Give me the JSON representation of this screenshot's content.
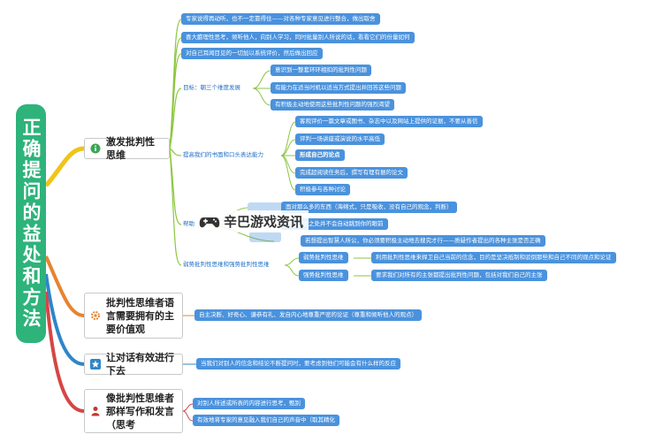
{
  "root": {
    "label": "正确提问的益处和方法"
  },
  "branches": [
    {
      "id": "b1",
      "label": "激发批判性思维"
    },
    {
      "id": "b2",
      "label": "批判性思维者语言需要拥有的主要价值观"
    },
    {
      "id": "b3",
      "label": "让对话有效进行下去"
    },
    {
      "id": "b4",
      "label": "像批判性思维者那样写作和发言（思考"
    }
  ],
  "b1_children": [
    {
      "label": "专家说得再动听，也不一定靠得住——对各种专家意见进行整合，做出取舍"
    },
    {
      "label": "喜大膽理性思考，倾听他人，向别人学习，同时批量别人所说的话，看看它们的份量如何"
    },
    {
      "label": "对自己耳闻目见的一切加以系统评价，然后做出回应"
    },
    {
      "label": "目标：朝三个维度发展",
      "children": [
        {
          "label": "意识到一整套环环相扣的批判性问题"
        },
        {
          "label": "有能力在适当时机以适当方式提出并回答这些问题"
        },
        {
          "label": "有积极主动地使用这些批判性问题的强烈渴望"
        }
      ]
    },
    {
      "label": "提高我们的书面和口头表达能力",
      "children": [
        {
          "label": "客观评价一篇文章或图书、杂志中以及网站上提供的证据，不要从善信"
        },
        {
          "label": "评判一场讲座或演说的水平高低"
        },
        {
          "label": "形成自己的论点",
          "bold": true
        },
        {
          "label": "完成超阅读任务后，撰写有理有据的论文"
        },
        {
          "label": "积极参与各种讨论"
        }
      ]
    },
    {
      "label": "帮助",
      "children": [
        {
          "label": "面对那么多的东西（海绵式，只是吸收，没有自己的观念，判断）"
        },
        {
          "label": "中不合理之处并不会自动跳到你的眼前"
        },
        {
          "label": "若想提出智慧人所公，你必须要积极主动地去搜究才行——质疑作者提出的各种主张是否正确"
        }
      ]
    },
    {
      "label": "弱势批判性思维和强势批判性思维",
      "children": [
        {
          "label": "弱势批判性思维",
          "detail": "利用批判性思维来捍卫自己当前的信念，目的是坚决抵制和驳倒那些和自己不同的观点和论证"
        },
        {
          "label": "强势批判性思维",
          "detail": "要求我们对所有的主张都提出批判性问题，包括对我们自己的主张"
        }
      ]
    }
  ],
  "b2_children": [
    {
      "label": "自主决断、好奇心、谦恭有礼、发自内心地尊重严密的论证（尊重和倾听他人的观点）"
    }
  ],
  "b3_children": [
    {
      "label": "当我们对别人的信念和结论不断提问时，要考虑到他们可能会有什么样的反应"
    }
  ],
  "b4_children": [
    {
      "label": "对别人所述或所表的内容进行思考，甄别"
    },
    {
      "label": "有效地将专家的意见融入我们自己的声音中（取其精化"
    }
  ],
  "watermark": {
    "text": "辛巴游戏资讯"
  },
  "colors": {
    "root_bg": "#2eb37b",
    "node_bg": "#4a92dd",
    "branch_lines": [
      "#f0c419",
      "#e7842f",
      "#2e86c9",
      "#d64545"
    ],
    "b1_lines": "#8cc63f"
  },
  "icons": {
    "b1": "green-circle-info-icon",
    "b2": "orange-gear-icon",
    "b3": "blue-star-icon",
    "b4": "red-person-icon",
    "watermark": "gamepad-icon"
  }
}
